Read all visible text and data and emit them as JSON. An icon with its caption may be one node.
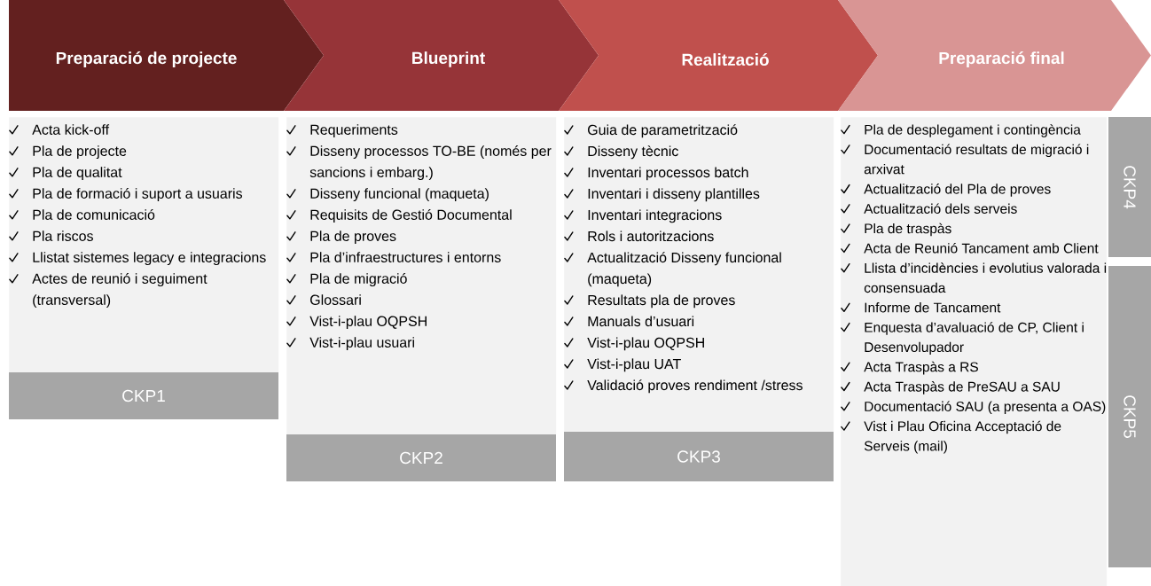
{
  "diagram": {
    "nodes": [
      {
        "text": [
          "Preparació de projecte"
        ]
      },
      {
        "text": [
          "Blueprint"
        ]
      },
      {
        "text": [
          "Realització"
        ]
      },
      {
        "text": [
          "Preparació final"
        ]
      },
      {
        "text": [
          "Acta kick-off",
          "Pla de projecte",
          "Pla de qualitat",
          "Pla de formació i suport a usuaris",
          "Pla de comunicació",
          "Pla riscos",
          "Llistat sistemes legacy e integracions",
          "Actes de reunió i seguiment (transversal)"
        ]
      },
      {
        "text": [
          "Requeriments",
          "Disseny processos TO-BE (només per sancions i embarg.)",
          "Disseny funcional (maqueta)",
          "Requisits de Gestió Documental",
          "Pla de proves",
          "Pla d’infraestructures i entorns",
          "Pla de migració",
          "Glossari",
          "Vist-i-plau OQPSH",
          "Vist-i-plau usuari"
        ]
      },
      {
        "text": [
          "Guia de parametrització",
          "Disseny tècnic",
          "Inventari processos batch",
          "Inventari i disseny plantilles",
          "Inventari integracions",
          "Rols i autoritzacions",
          "Actualització Disseny funcional (maqueta)",
          "Resultats pla de proves",
          "Manuals d’usuari",
          "Vist-i-plau OQPSH",
          "Vist-i-plau UAT",
          "Validació proves rendiment /stress"
        ]
      },
      {
        "text": [
          "Pla de desplegament i contingència",
          "Documentació resultats de migració i arxivat",
          "Actualització del Pla de proves",
          "Actualització dels serveis",
          "Pla de traspàs",
          "Acta de Reunió Tancament amb Client",
          "Llista d’incidències i evolutius valorada i consensuada",
          "Informe de Tancament",
          "Enquesta d’avaluació de CP, Client i Desenvolupador",
          "Acta Traspàs a RS",
          "Acta Traspàs de PreSAU a SAU",
          "Documentació SAU (a presenta a OAS)",
          "Vist i Plau Oficina Acceptació de Serveis (mail)"
        ]
      },
      {
        "text": [
          "CKP1"
        ]
      },
      {
        "text": [
          "CKP2"
        ]
      },
      {
        "text": [
          "CKP3"
        ]
      },
      {
        "text": [
          "CKP4"
        ]
      },
      {
        "text": [
          "CKP5"
        ]
      }
    ]
  }
}
